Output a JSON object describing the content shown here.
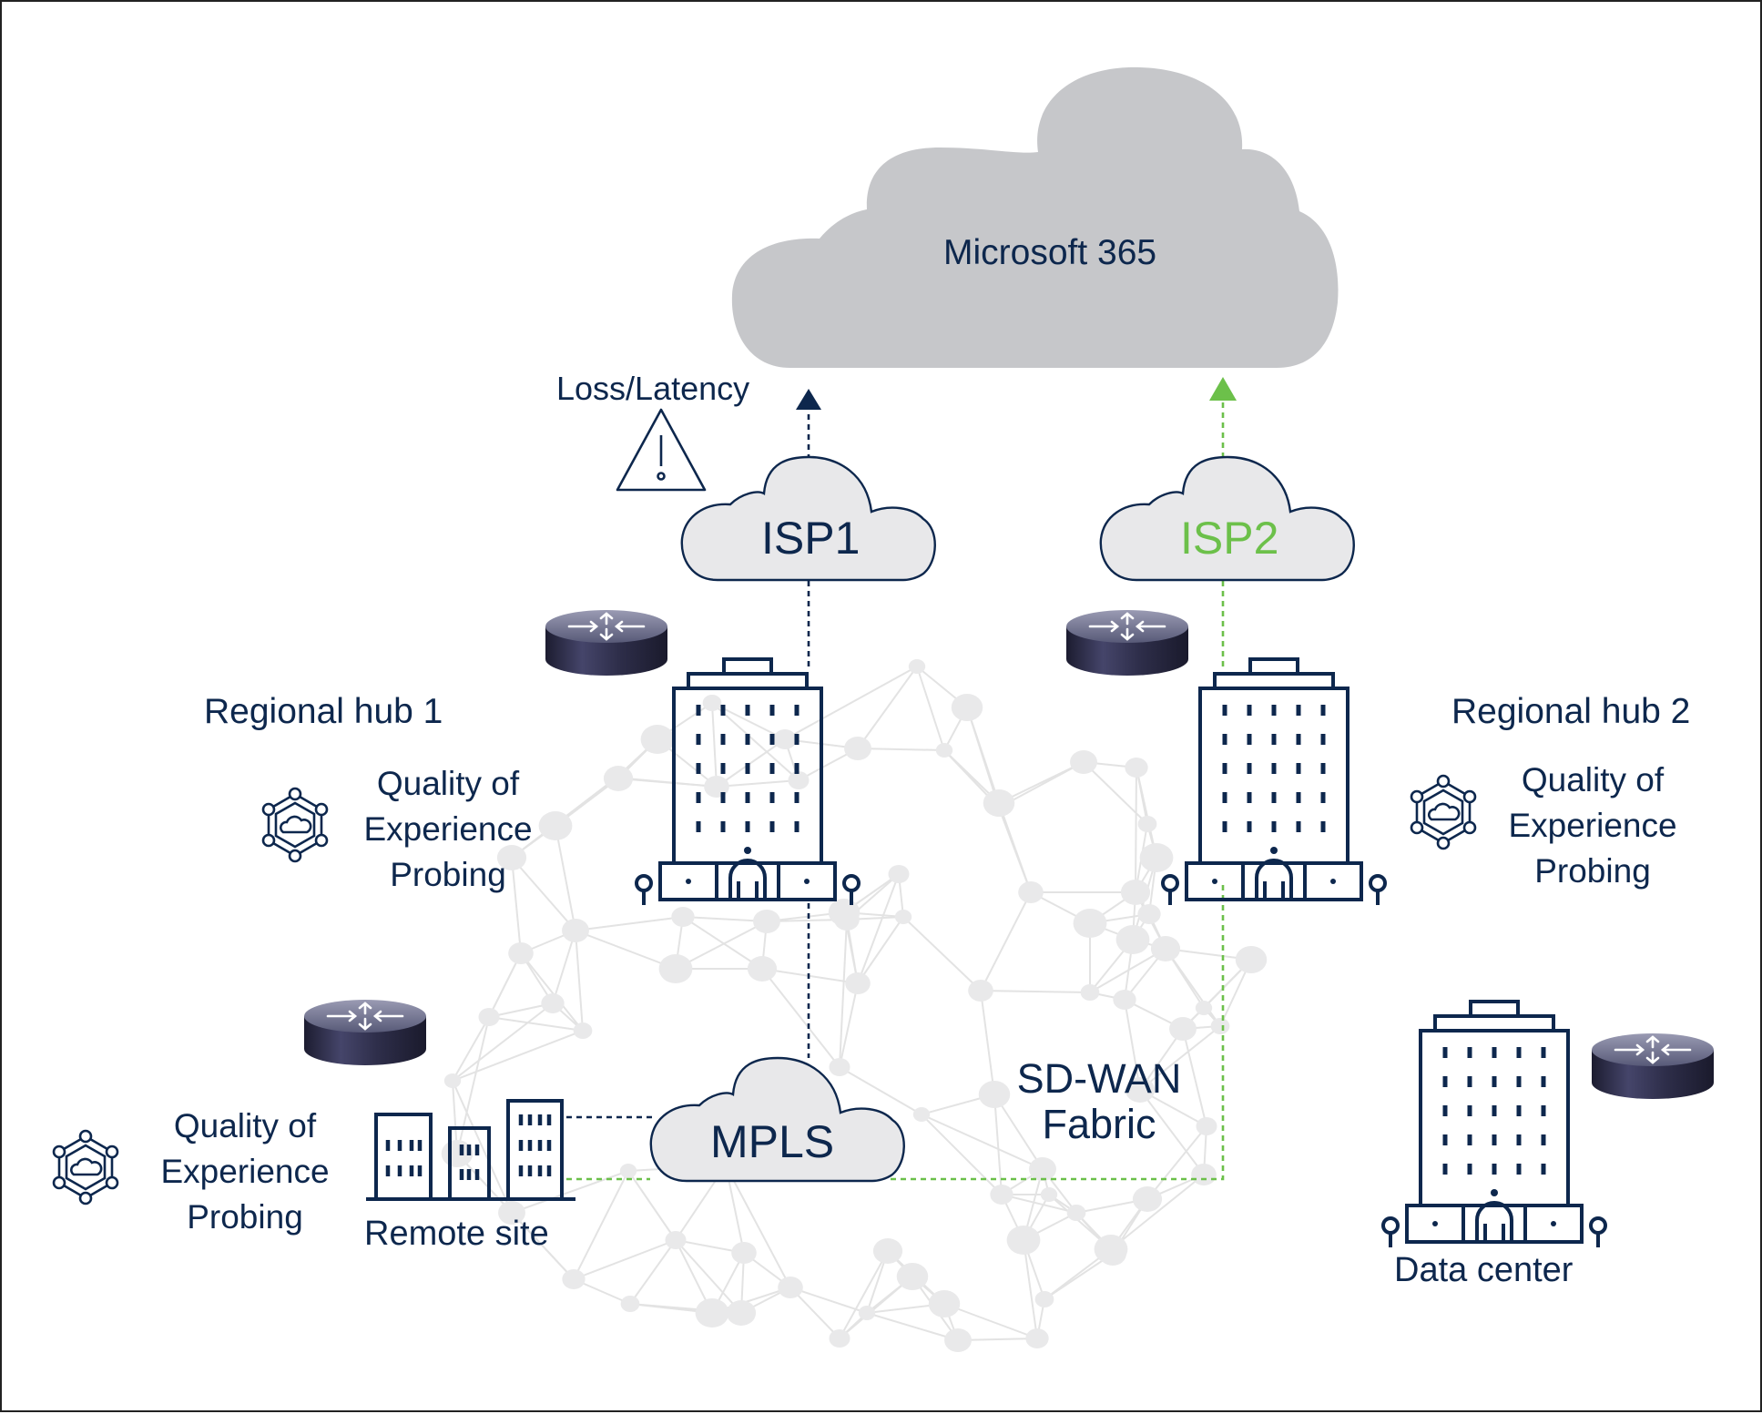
{
  "diagram": {
    "cloud_main": "Microsoft 365",
    "loss_latency": "Loss/Latency",
    "isp1": "ISP1",
    "isp2": "ISP2",
    "mpls": "MPLS",
    "hub1": "Regional hub 1",
    "hub2": "Regional hub 2",
    "qoe_line1": "Quality of",
    "qoe_line2": "Experience",
    "qoe_line3": "Probing",
    "fabric_line1": "SD-WAN",
    "fabric_line2": "Fabric",
    "remote_site": "Remote site",
    "data_center": "Data center"
  },
  "colors": {
    "navy": "#0d274d",
    "green": "#6cc04a",
    "cloud_gray": "#c6c7ca",
    "small_cloud_fill": "#e8e8ea",
    "mesh": "#e3e3e3",
    "mesh_node": "#e9e9ea"
  },
  "icons": [
    "warning-triangle-icon",
    "router-icon",
    "building-icon",
    "pin-icon",
    "cloud-probe-icon"
  ]
}
